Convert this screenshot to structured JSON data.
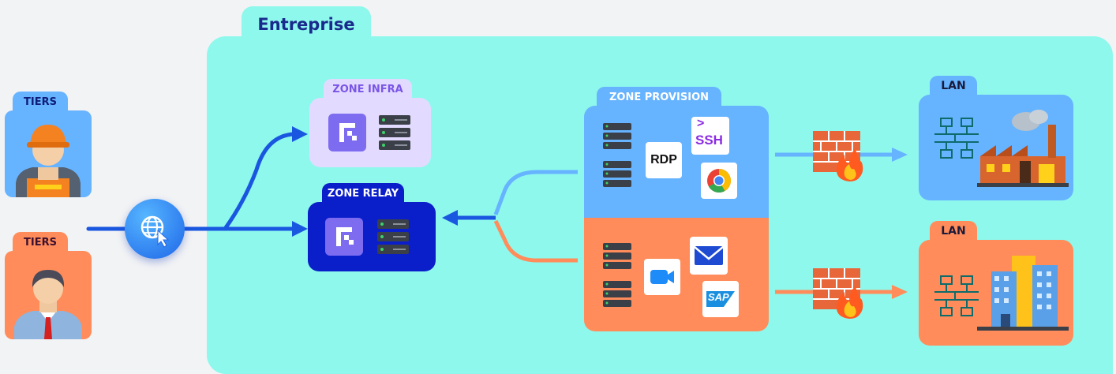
{
  "diagram": {
    "enterprise": {
      "label": "Entreprise"
    },
    "actors": [
      {
        "label": "TIERS",
        "avatar": "worker-avatar",
        "color": "#66b3ff"
      },
      {
        "label": "TIERS",
        "avatar": "businessman-avatar",
        "color": "#ff8c5a"
      }
    ],
    "internet": {
      "icon": "globe-cursor-icon"
    },
    "zones": {
      "infra": {
        "label": "ZONE INFRA",
        "icons": [
          "app-logo-icon",
          "server-rack-icon"
        ]
      },
      "relay": {
        "label": "ZONE RELAY",
        "icons": [
          "app-logo-icon",
          "server-rack-icon"
        ]
      },
      "provision": {
        "label": "ZONE PROVISION",
        "top_services": {
          "rdp": "RDP",
          "ssh_prompt": ">",
          "ssh": "SSH",
          "browser": "chrome-icon"
        },
        "bottom_services": {
          "video": "video-camera-icon",
          "mail": "mail-icon",
          "sap": "SAP"
        }
      }
    },
    "lans": [
      {
        "label": "LAN",
        "icon": "factory-network-icon"
      },
      {
        "label": "LAN",
        "icon": "office-network-icon"
      }
    ],
    "firewalls": [
      "firewall-icon",
      "firewall-icon"
    ],
    "colors": {
      "enterprise_bg": "#8ef8ec",
      "blue_zone": "#66b3ff",
      "orange_zone": "#ff8c5a",
      "relay_zone": "#0a1fc9",
      "infra_zone": "#e3dbff",
      "arrow_blue": "#1a57e0",
      "arrow_light_blue": "#66b3ff",
      "arrow_orange": "#ff8c5a"
    }
  }
}
